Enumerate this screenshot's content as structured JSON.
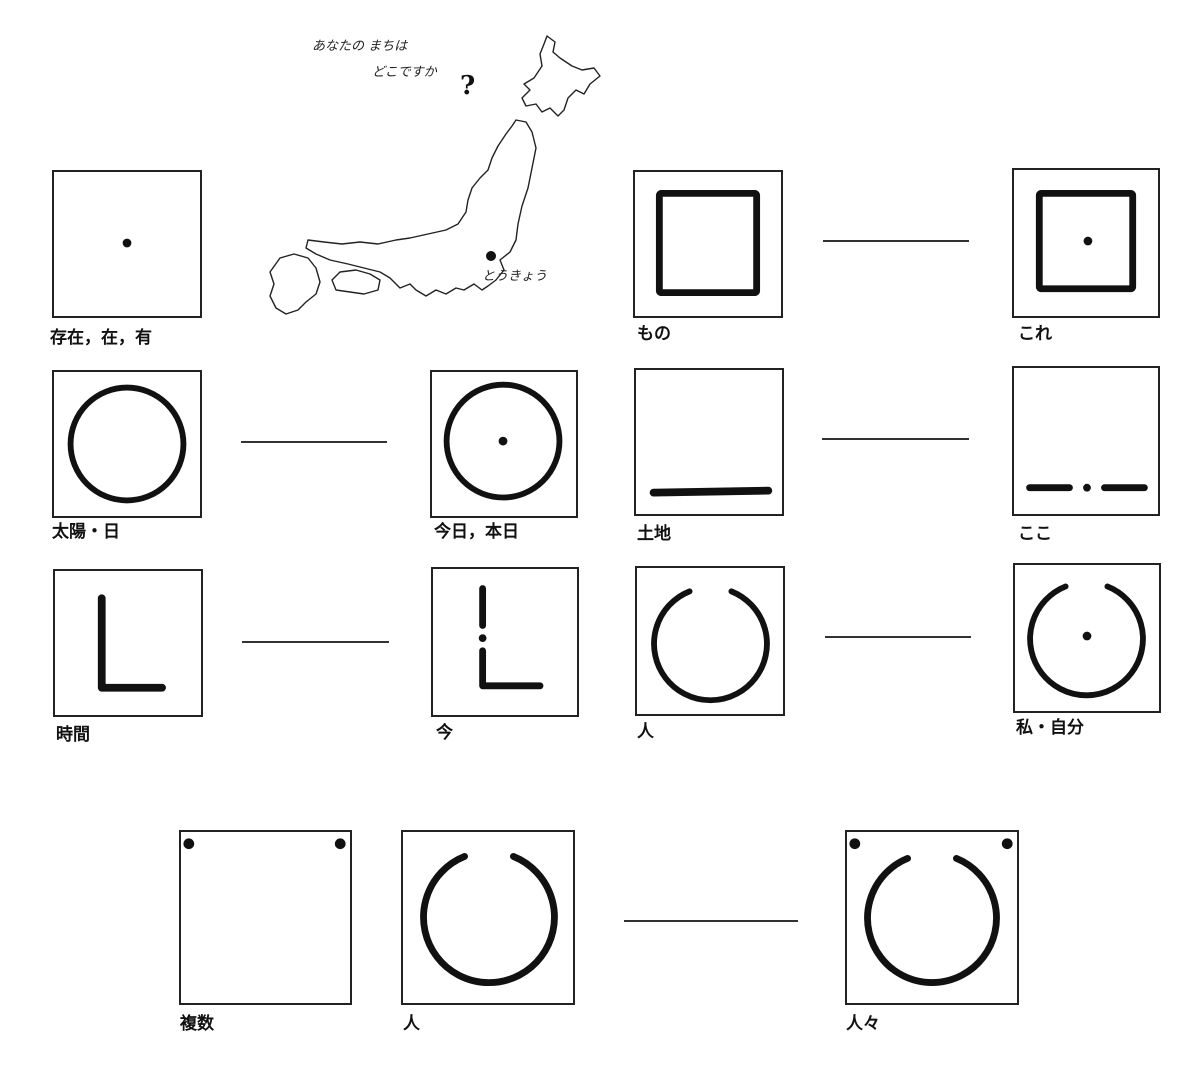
{
  "map": {
    "question_line1": "あなたの まちは",
    "question_line2": "どこですか",
    "question_mark": "?",
    "city_label": "とうきょう"
  },
  "symbols": [
    {
      "id": "exist",
      "label": "存在，在，有"
    },
    {
      "id": "thing",
      "label": "もの"
    },
    {
      "id": "this",
      "label": "これ"
    },
    {
      "id": "sun",
      "label": "太陽・日"
    },
    {
      "id": "today",
      "label": "今日，本日"
    },
    {
      "id": "land",
      "label": "土地"
    },
    {
      "id": "here",
      "label": "ここ"
    },
    {
      "id": "time",
      "label": "時間"
    },
    {
      "id": "now",
      "label": "今"
    },
    {
      "id": "person",
      "label": "人"
    },
    {
      "id": "self",
      "label": "私・自分"
    },
    {
      "id": "plural",
      "label": "複数"
    },
    {
      "id": "person2",
      "label": "人"
    },
    {
      "id": "people",
      "label": "人々"
    }
  ]
}
